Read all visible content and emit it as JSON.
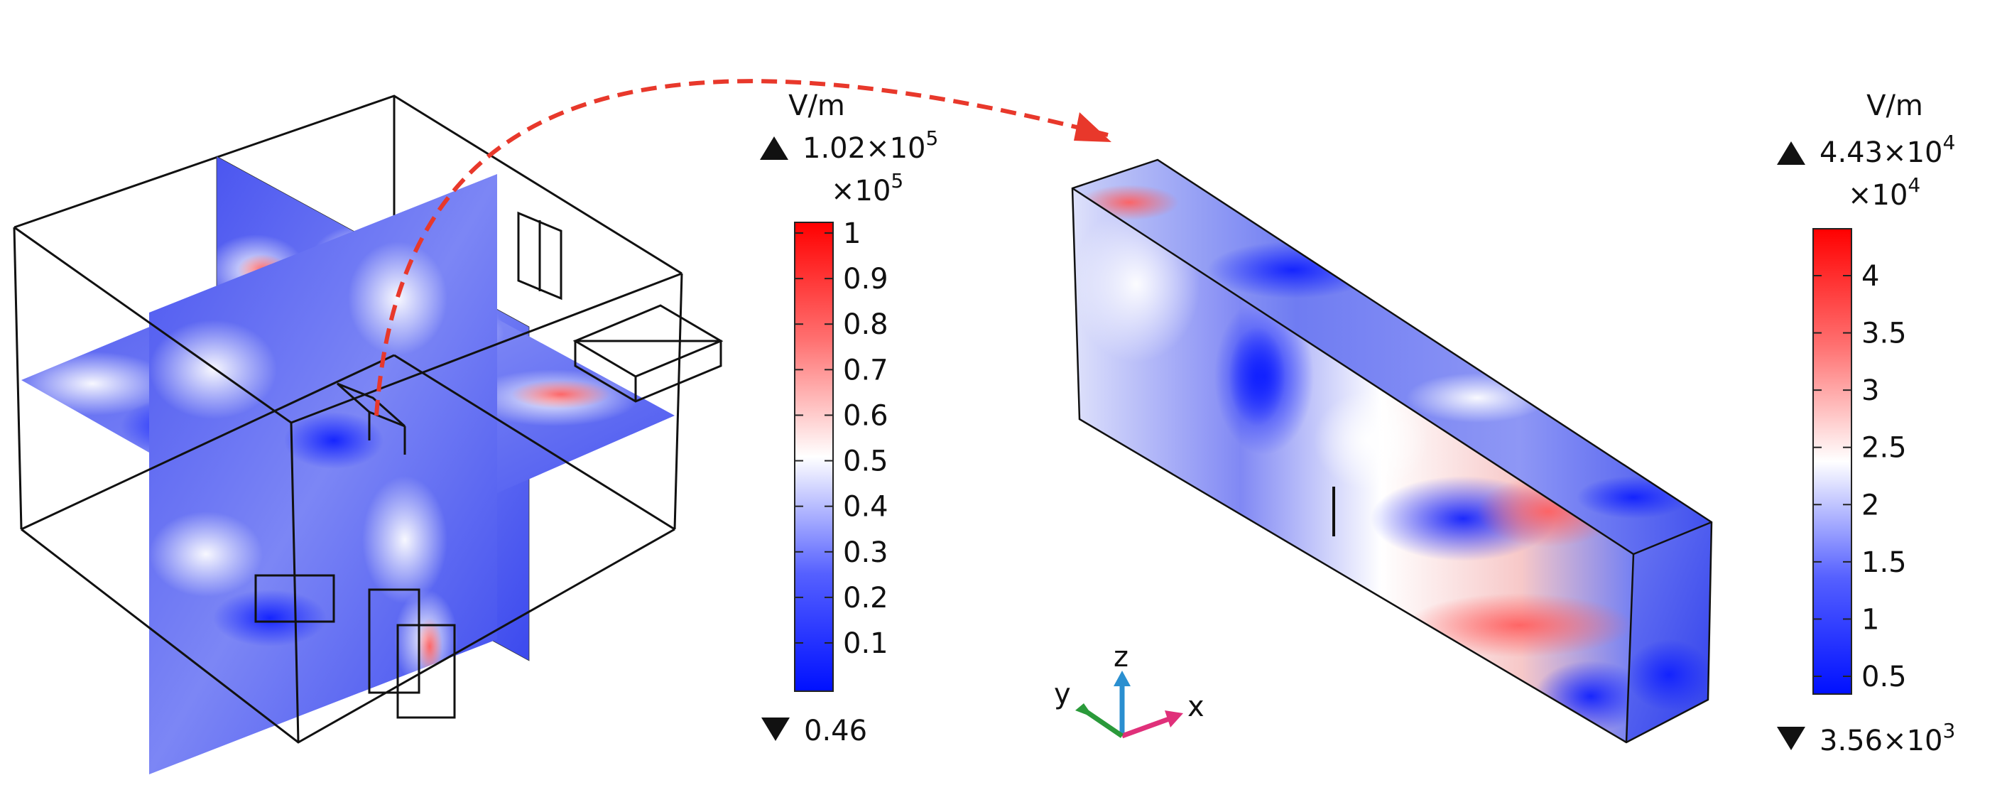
{
  "colorbar_left": {
    "unit": "V/m",
    "max_label": "1.02×10",
    "max_exp": "5",
    "scale_label": "×10",
    "scale_exp": "5",
    "min_label": "0.46",
    "ticks": [
      "1",
      "0.9",
      "0.8",
      "0.7",
      "0.6",
      "0.5",
      "0.4",
      "0.3",
      "0.2",
      "0.1"
    ]
  },
  "colorbar_right": {
    "unit": "V/m",
    "max_label": "4.43×10",
    "max_exp": "4",
    "scale_label": "×10",
    "scale_exp": "4",
    "min_label": "3.56×10",
    "min_exp": "3",
    "ticks": [
      "4",
      "3.5",
      "3",
      "2.5",
      "2",
      "1.5",
      "1",
      "0.5"
    ]
  },
  "axes_triad": {
    "x": "x",
    "y": "y",
    "z": "z"
  },
  "colors": {
    "low": "#0010ff",
    "mid": "#ffffff",
    "high": "#ff0000",
    "arrow": "#e8382b",
    "axis_x": "#e0307a",
    "axis_y": "#2a9a3a",
    "axis_z": "#2a8fd0",
    "edges": "#111111"
  }
}
